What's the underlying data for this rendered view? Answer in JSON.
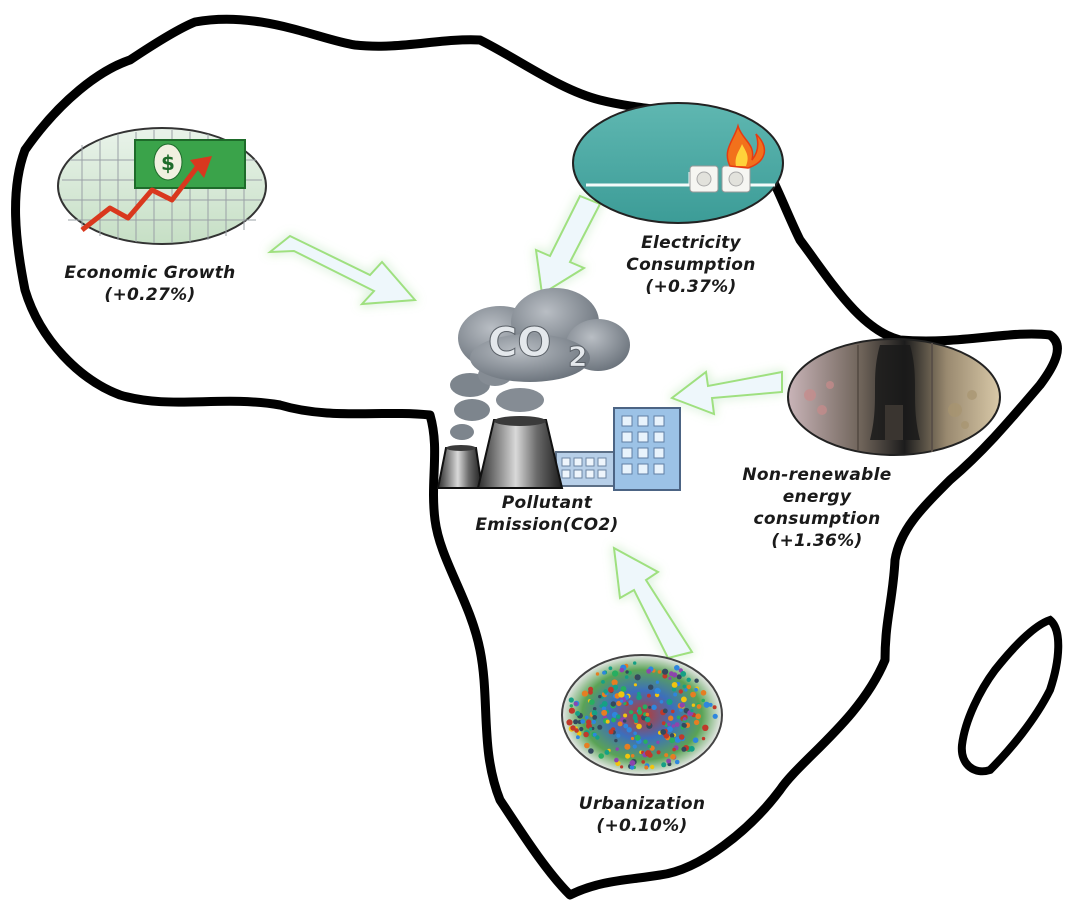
{
  "diagram": {
    "central_node": {
      "co2_cloud_text": "CO",
      "co2_cloud_subscript": "2",
      "label_line1": "Pollutant",
      "label_line2": "Emission(CO2)"
    },
    "drivers": [
      {
        "id": "economic-growth",
        "line1": "Economic Growth",
        "line2": "(+0.27%)",
        "icon": "money-growth-chart-icon"
      },
      {
        "id": "electricity-consumption",
        "line1": "Electricity",
        "line2": "Consumption",
        "line3": "(+0.37%)",
        "icon": "burning-socket-icon"
      },
      {
        "id": "non-renewable-energy",
        "line1": "Non-renewable",
        "line2": "energy",
        "line3": "consumption",
        "line4": "(+1.36%)",
        "icon": "pollution-smoke-icon"
      },
      {
        "id": "urbanization",
        "line1": "Urbanization",
        "line2": "(+0.10%)",
        "icon": "crowd-icon"
      }
    ],
    "colors": {
      "outline": "#000000",
      "arrow_fill": "#eef7fb",
      "arrow_glow": "#8fdc6e",
      "cloud": "#7f8790",
      "building": "#9cc2e6"
    }
  }
}
